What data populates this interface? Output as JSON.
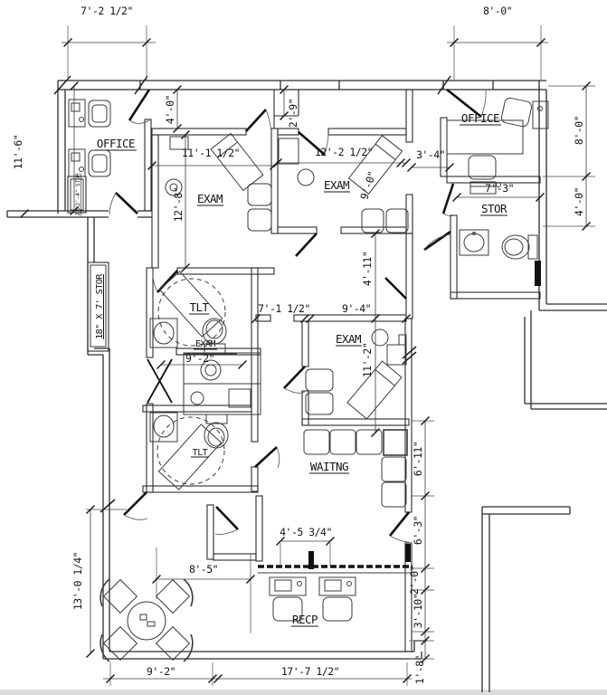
{
  "labels": {
    "office_left": "OFFICE",
    "exam_room_1": "EXAM",
    "exam_room_2": "EXAM",
    "office_right": "OFFICE",
    "storage_right": "STOR",
    "toilet_upper": "TLT",
    "exam_lab": "EXAM",
    "toilet_lower": "TLT",
    "exam_room_3": "EXAM",
    "waiting": "WAITNG",
    "reception": "RECP",
    "storage_left": "18\" X 7' STOR",
    "storage_closet": "2'X2'-4\" STOR"
  },
  "dimensions": {
    "top_office_width": "7'-2 1/2\"",
    "top_right_office_width": "8'-0\"",
    "left_upper": "11'-6\"",
    "left_lower": "13'-0 1/4\"",
    "corridor_top": "4'-0\"",
    "exam2_niche": "2'-9\"",
    "exam1_width": "11'-1 1/2\"",
    "exam1_depth": "12'-8\"",
    "exam2_width": "12'-2 1/2\"",
    "exam2_depth": "9'-0\"",
    "hall_east": "3'-4\"",
    "right_office_depth": "8'-0\"",
    "right_storage_depth": "4'-0\"",
    "storage_width": "7'-3\"",
    "corridor_mid": "4'-11\"",
    "hall_mid_west": "7'-1 1/2\"",
    "exam3_width": "9'-4\"",
    "exam3_depth": "11'-2\"",
    "lab_width": "9'-2\"",
    "waiting_east_upper": "6'-11\"",
    "waiting_east_lower": "6'-3\"",
    "recp_east_1": "2'-0\"",
    "recp_east_2": "3'-10\"",
    "recp_east_3": "1'-8\"",
    "business_width": "8'-5\"",
    "transaction_width": "4'-5 3/4\"",
    "bottom_left": "9'-2\"",
    "bottom_right": "17'-7 1/2\""
  }
}
